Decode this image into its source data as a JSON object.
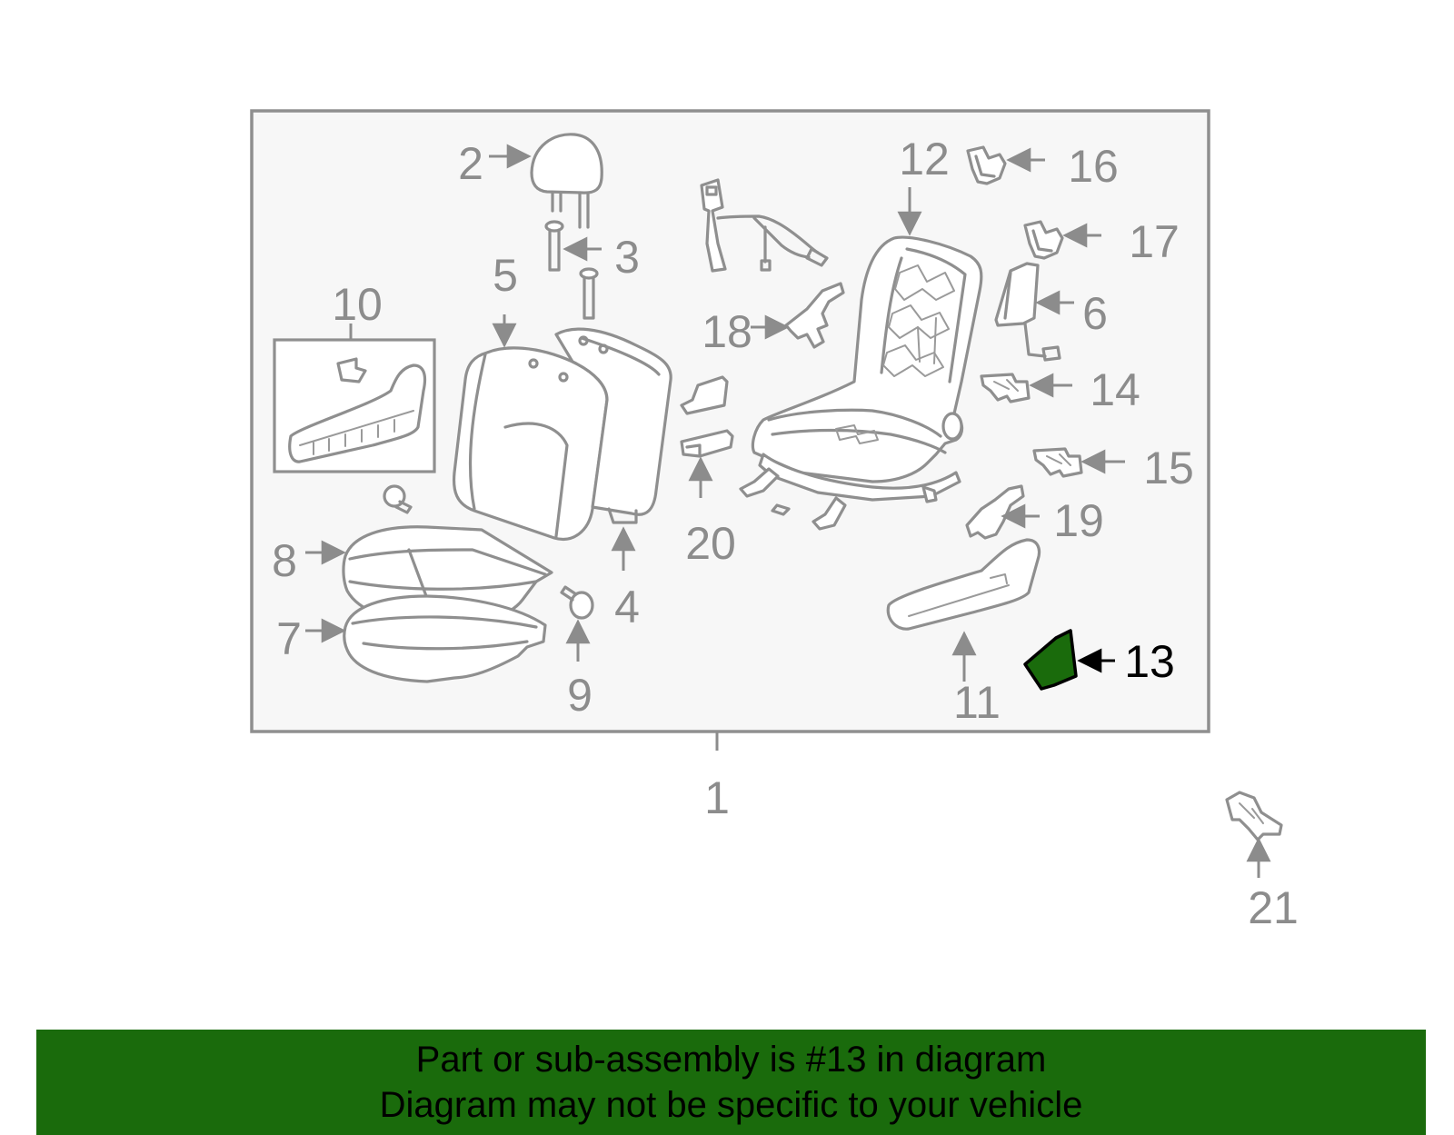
{
  "diagram": {
    "highlight_color": "#1a6b0c",
    "frame_color": "#8f8f8f",
    "callouts": {
      "c1": "1",
      "c2": "2",
      "c3": "3",
      "c4": "4",
      "c5": "5",
      "c6": "6",
      "c7": "7",
      "c8": "8",
      "c9": "9",
      "c10": "10",
      "c11": "11",
      "c12": "12",
      "c13": "13",
      "c14": "14",
      "c15": "15",
      "c16": "16",
      "c17": "17",
      "c18": "18",
      "c19": "19",
      "c20": "20",
      "c21": "21"
    },
    "highlighted_part": "13"
  },
  "banner": {
    "line1": "Part or sub-assembly is #13 in diagram",
    "line2": "Diagram may not be specific to your vehicle",
    "background": "#1a6b0c"
  }
}
